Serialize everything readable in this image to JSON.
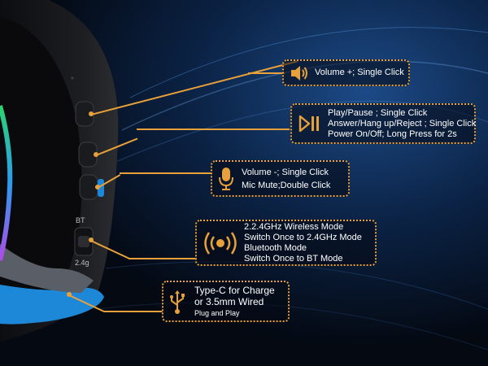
{
  "device": {
    "bt_label": "BT",
    "g24_label": "2.4g"
  },
  "callouts": {
    "volume_up": {
      "icon": "speaker-icon",
      "lines": [
        "Volume +;  Single Click"
      ]
    },
    "play_pause": {
      "icon": "play-pause-icon",
      "lines": [
        "Play/Pause ;  Single Click",
        "Answer/Hang up/Reject ;  Single Click",
        "Power On/Off;  Long Press for 2s"
      ]
    },
    "volume_down": {
      "icon": "microphone-icon",
      "lines": [
        "Volume -;  Single Click",
        "Mic Mute;Double Click"
      ]
    },
    "wireless": {
      "icon": "wireless-signal-icon",
      "lines": [
        "2.2.4GHz Wireless Mode",
        "Switch Once to 2.4GHz Mode",
        "Bluetooth Mode",
        "Switch Once to BT Mode"
      ]
    },
    "usb": {
      "icon": "usb-icon",
      "lines": [
        "Type-C for Charge",
        "or 3.5mm Wired"
      ],
      "small": "Plug and Play"
    }
  },
  "colors": {
    "accent": "#e8a13a",
    "background": "#050b16",
    "earcup_ring": "#1e88d8"
  }
}
